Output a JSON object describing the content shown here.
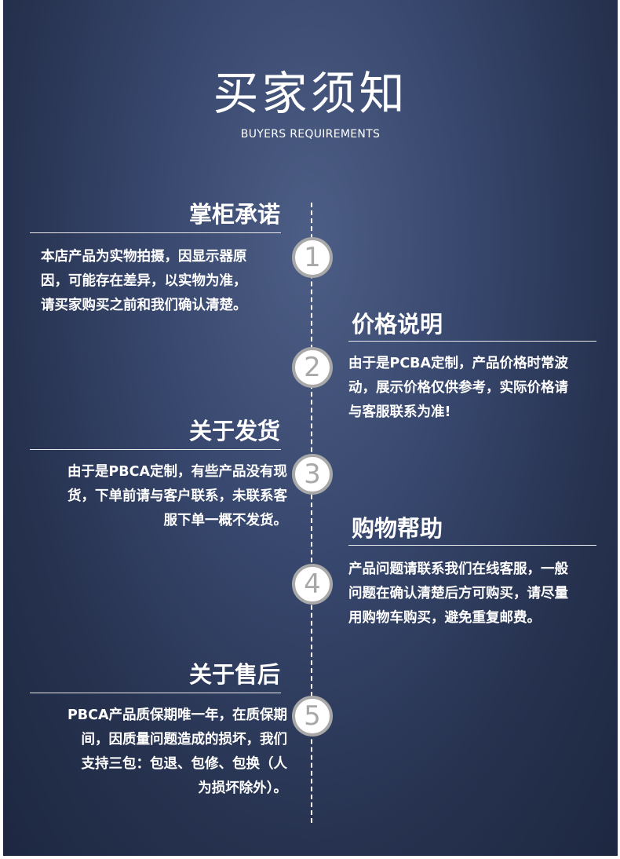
{
  "header": {
    "title": "买家须知",
    "subtitle": "BUYERS REQUIREMENTS"
  },
  "sections": [
    {
      "number": "1",
      "heading": "掌柜承诺",
      "lines": [
        "本店产品为实物拍摄，因显示器原",
        "因，可能存在差异，以实物为准，",
        "请买家购买之前和我们确认清楚。"
      ]
    },
    {
      "number": "2",
      "heading": "价格说明",
      "lines": [
        "由于是PCBA定制，产品价格时常波",
        "动，展示价格仅供参考，实际价格请",
        "与客服联系为准!"
      ]
    },
    {
      "number": "3",
      "heading": "关于发货",
      "lines": [
        "由于是PBCA定制，有些产品没有现",
        "货，下单前请与客户联系，未联系客",
        "服下单一概不发货。"
      ]
    },
    {
      "number": "4",
      "heading": "购物帮助",
      "lines": [
        "产品问题请联系我们在线客服，一般",
        "问题在确认清楚后方可购买，请尽量",
        "用购物车购买，避免重复邮费。"
      ]
    },
    {
      "number": "5",
      "heading": "关于售后",
      "lines": [
        "PBCA产品质保期唯一年，在质保期",
        "间，因质量问题造成的损坏，我们",
        "支持三包：包退、包修、包换（人",
        "为损坏除外）。"
      ]
    }
  ]
}
